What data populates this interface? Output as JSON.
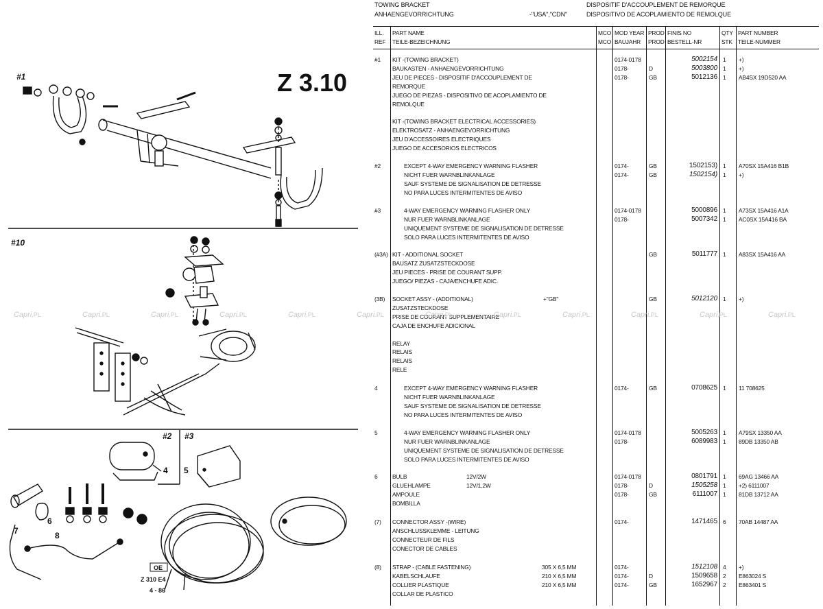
{
  "header": {
    "title_en": "TOWING BRACKET",
    "title_de": "ANHAENGEVORRICHTUNG",
    "market": "-\"USA\",\"CDN\"",
    "title_fr": "DISPOSITIF D'ACCOUPLEMENT DE REMORQUE",
    "title_es": "DISPOSITIVO DE ACOPLAMIENTO DE REMOLQUE"
  },
  "columns": {
    "ill_ref": [
      "ILL.",
      "REF"
    ],
    "part_name": [
      "PART NAME",
      "TEILE-BEZEICHNUNG"
    ],
    "mco": [
      "MCO",
      "MCO"
    ],
    "mod_year": [
      "MOD YEAR",
      "BAUJAHR"
    ],
    "prod": [
      "PROD",
      "PROD"
    ],
    "finis": [
      "FINIS NO",
      "BESTELL-NR"
    ],
    "qty": [
      "QTY",
      "STK"
    ],
    "part_number": [
      "PART NUMBER",
      "TEILE-NUMMER"
    ]
  },
  "rows": [
    {
      "ref": "#1",
      "lines": [
        {
          "name": "KIT -(TOWING BRACKET)",
          "year": "0174-0178",
          "finis": "5002154",
          "qty": "1",
          "pn": "+)",
          "italic": true
        },
        {
          "name": "BAUKASTEN - ANHAENGEVORRICHTUNG",
          "year": "0178-",
          "prod": "D",
          "finis": "5003800",
          "qty": "1",
          "pn": "+)",
          "italic": true
        },
        {
          "name": "JEU DE PIECES - DISPOSITIF D'ACCOUPLEMENT DE",
          "year": "0178-",
          "prod": "GB",
          "finis": "5012136",
          "qty": "1",
          "pn": "AB4SX 19D520 AA"
        },
        {
          "name": "REMORQUE"
        },
        {
          "name": "JUEGO DE PIEZAS - DISPOSITIVO DE ACOPLAMIENTO DE"
        },
        {
          "name": "REMOLQUE"
        },
        {
          "name": ""
        },
        {
          "name": "KIT -(TOWING BRACKET ELECTRICAL ACCESSORIES)"
        },
        {
          "name": "ELEKTROSATZ - ANHAENGEVORRICHTUNG"
        },
        {
          "name": "JEU D'ACCESSOIRES ELECTRIQUES"
        },
        {
          "name": "JUEGO DE ACCESORIOS ELECTRICOS"
        }
      ]
    },
    {
      "ref": "#2",
      "lines": [
        {
          "name": "EXCEPT 4-WAY EMERGENCY WARNING FLASHER",
          "indent": true,
          "year": "0174-",
          "prod": "GB",
          "finis": "1502153)",
          "qty": "1",
          "pn": "A70SX 15A416 B1B"
        },
        {
          "name": "NICHT FUER WARNBLINKANLAGE",
          "indent": true,
          "year": "0174-",
          "prod": "GB",
          "finis": "1502154)",
          "qty": "1",
          "pn": "+)",
          "italic": true
        },
        {
          "name": "SAUF SYSTEME DE SIGNALISATION DE DETRESSE",
          "indent": true
        },
        {
          "name": "NO PARA LUCES INTERMITENTES DE AVISO",
          "indent": true
        }
      ]
    },
    {
      "ref": "#3",
      "lines": [
        {
          "name": "4-WAY EMERGENCY WARNING FLASHER ONLY",
          "indent": true,
          "year": "0174-0178",
          "finis": "5000896",
          "qty": "1",
          "pn": "A73SX 15A416 A1A"
        },
        {
          "name": "NUR FUER WARNBLINKANLAGE",
          "indent": true,
          "year": "0178-",
          "finis": "5007342",
          "qty": "1",
          "pn": "AC0SX 15A416 BA"
        },
        {
          "name": "UNIQUEMENT SYSTEME DE SIGNALISATION DE DETRESSE",
          "indent": true
        },
        {
          "name": "SOLO PARA LUCES INTERMITENTES DE AVISO",
          "indent": true
        }
      ]
    },
    {
      "ref": "(#3A)",
      "lines": [
        {
          "name": "KIT - ADDITIONAL SOCKET",
          "prod": "GB",
          "finis": "5011777",
          "qty": "1",
          "pn": "A83SX 15A416 AA"
        },
        {
          "name": "BAUSATZ ZUSATZSTECKDOSE"
        },
        {
          "name": "JEU PIECES - PRISE DE COURANT SUPP."
        },
        {
          "name": "JUEGO/ PIEZAS - CAJA/ENCHUFE ADIC."
        }
      ]
    },
    {
      "ref": "(3B)",
      "lines": [
        {
          "name": "SOCKET ASSY - (ADDITIONAL)",
          "note": "+\"GB\"",
          "prod": "GB",
          "finis": "5012120",
          "qty": "1",
          "pn": "+)",
          "italic": true
        },
        {
          "name": "ZUSATZSTECKDOSE"
        },
        {
          "name": "PRISE DE COURANT SUPPLEMENTAIRE"
        },
        {
          "name": "CAJA DE ENCHUFE ADICIONAL"
        },
        {
          "name": ""
        },
        {
          "name": "RELAY"
        },
        {
          "name": "RELAIS"
        },
        {
          "name": "RELAIS"
        },
        {
          "name": "RELE"
        }
      ]
    },
    {
      "ref": "4",
      "lines": [
        {
          "name": "EXCEPT 4-WAY EMERGENCY WARNING FLASHER",
          "indent": true,
          "year": "0174-",
          "prod": "GB",
          "finis": "0708625",
          "qty": "1",
          "pn": "11 708625"
        },
        {
          "name": "NICHT FUER WARNBLINKANLAGE",
          "indent": true
        },
        {
          "name": "SAUF SYSTEME DE SIGNALISATION DE DETRESSE",
          "indent": true
        },
        {
          "name": "NO PARA LUCES INTERMITENTES DE AVISO",
          "indent": true
        }
      ]
    },
    {
      "ref": "5",
      "lines": [
        {
          "name": "4-WAY EMERGENCY WARNING FLASHER ONLY",
          "indent": true,
          "year": "0174-0178",
          "finis": "5005263",
          "qty": "1",
          "pn": "A79SX 13350 AA"
        },
        {
          "name": "NUR FUER WARNBLINKANLAGE",
          "indent": true,
          "year": "0178-",
          "finis": "6089983",
          "qty": "1",
          "pn": "89DB 13350 AB"
        },
        {
          "name": "UNIQUEMENT SYSTEME DE SIGNALISATION DE DETRESSE",
          "indent": true
        },
        {
          "name": "SOLO PARA LUCES INTERMITENTES DE AVISO",
          "indent": true
        }
      ]
    },
    {
      "ref": "6",
      "lines": [
        {
          "name": "BULB",
          "spec": "12V/2W",
          "year": "0174-0178",
          "finis": "0801791",
          "qty": "1",
          "pn": "69AG 13466 AA"
        },
        {
          "name": "GLUEHLAMPE",
          "spec": "12V/1,2W",
          "year": "0178-",
          "prod": "D",
          "finis": "1505258",
          "qty": "1",
          "pn": "+2) 6111007",
          "italic": true
        },
        {
          "name": "AMPOULE",
          "year": "0178-",
          "prod": "GB",
          "finis": "6111007",
          "qty": "1",
          "pn": "81DB 13712 AA"
        },
        {
          "name": "BOMBILLA"
        }
      ]
    },
    {
      "ref": "(7)",
      "lines": [
        {
          "name": "CONNECTOR ASSY -(WIRE)",
          "year": "0174-",
          "finis": "1471465",
          "qty": "6",
          "pn": "70AB 14487 AA"
        },
        {
          "name": "ANSCHLUSSKLEMME - LEITUNG"
        },
        {
          "name": "CONNECTEUR DE FILS"
        },
        {
          "name": "CONECTOR DE CABLES"
        }
      ]
    },
    {
      "ref": "(8)",
      "lines": [
        {
          "name": "STRAP - (CABLE FASTENING)",
          "spec": "305 X 6,5 MM",
          "year": "0174-",
          "finis": "1512108",
          "qty": "4",
          "pn": "+)",
          "italic": true
        },
        {
          "name": "KABELSCHLAUFE",
          "spec": "210 X 6,5 MM",
          "year": "0174-",
          "prod": "D",
          "finis": "1509658",
          "qty": "2",
          "pn": "E863024 S"
        },
        {
          "name": "COLLIER PLASTIQUE",
          "spec": "210 X 6,5 MM",
          "year": "0174-",
          "prod": "GB",
          "finis": "1652967",
          "qty": "2",
          "pn": "E863401 S"
        },
        {
          "name": "COLLAR DE PLASTICO"
        }
      ]
    }
  ],
  "illustration": {
    "page_code": "Z 3.10",
    "labels": {
      "l1": "#1",
      "l10": "#10",
      "l2": "#2",
      "l3": "#3",
      "l4": "4",
      "l5": "5",
      "l6": "6",
      "l7": "7",
      "l8": "8"
    },
    "stamp": {
      "box": "OE",
      "code": "Z 310 E4",
      "date": "4 - 86"
    }
  },
  "watermark": {
    "text": "Capri",
    "suffix": ".PL",
    "color": "#c8c8c8"
  }
}
